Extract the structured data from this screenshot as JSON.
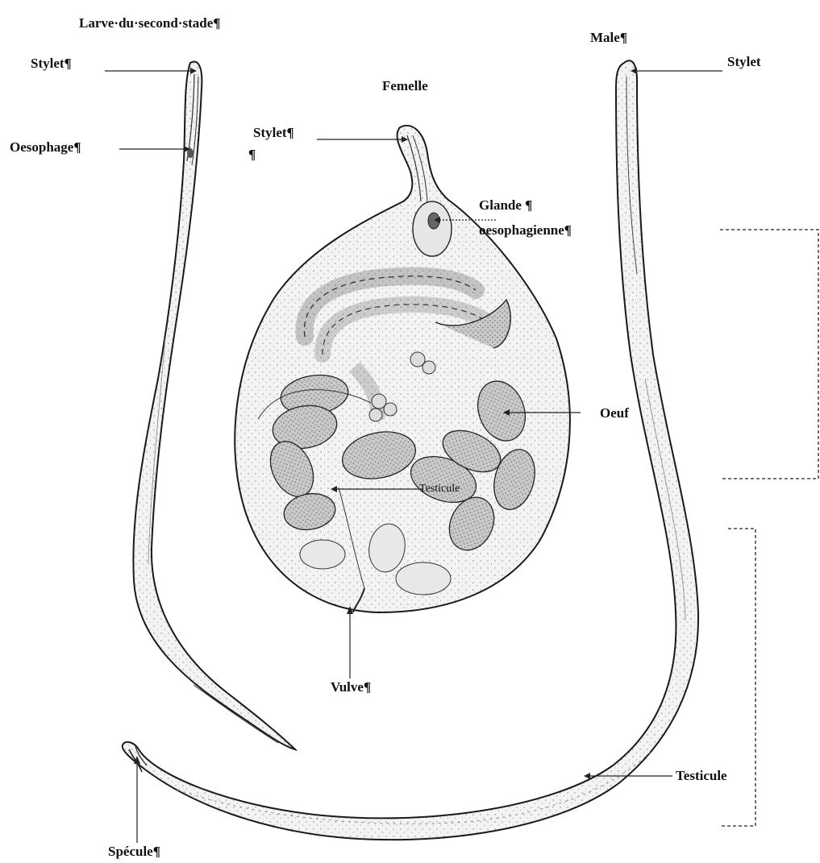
{
  "colors": {
    "ink": "#1a1a1a",
    "body_fill": "#eeeeee",
    "cell_fill": "#bdbdbd"
  },
  "labels": {
    "larva_title": "Larve·du·second·stade¶",
    "larva_stylet": "Stylet¶",
    "larva_oesophagus": "Oesophage¶",
    "female_title": "Femelle",
    "female_stylet": "Stylet¶",
    "female_stylet_mark": "¶",
    "gland_line1": "Glande ¶",
    "gland_line2": "oesophagienne¶",
    "egg": "Oeuf",
    "female_testicule": "Testicule",
    "vulva": "Vulve¶",
    "male_title": "Male¶",
    "male_stylet": "Stylet",
    "male_testicule": "Testicule",
    "spicule": "Spécule¶"
  }
}
